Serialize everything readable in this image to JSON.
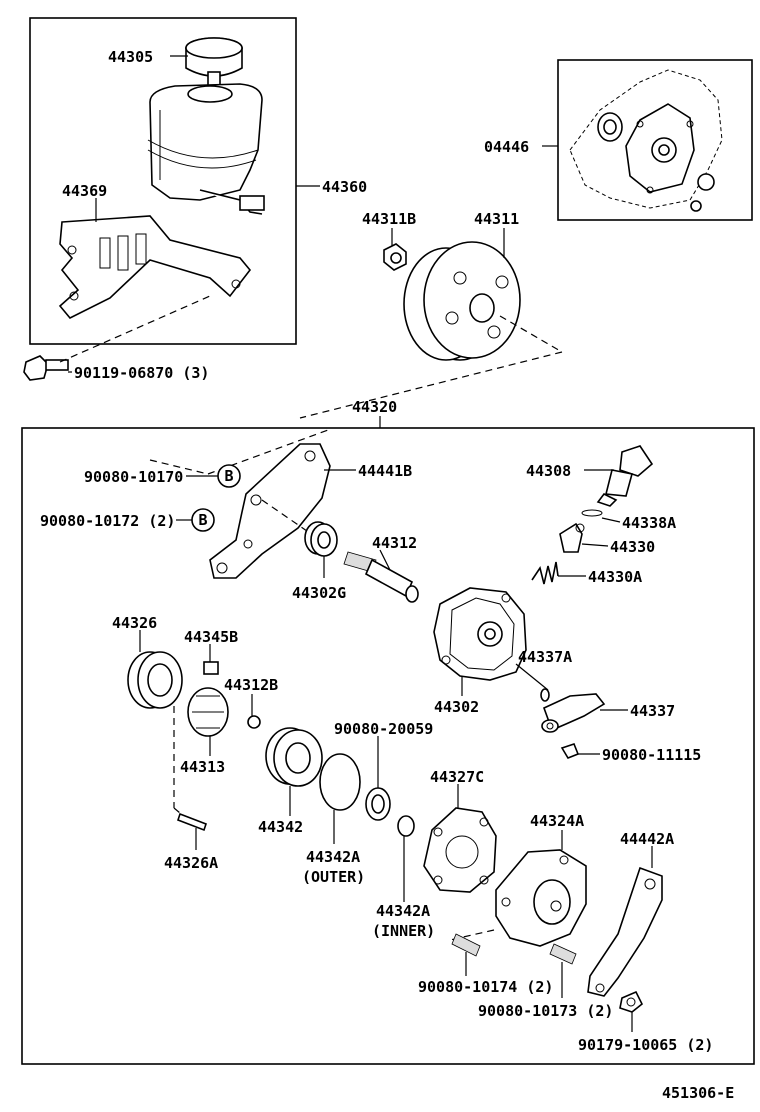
{
  "labels": {
    "p44305": "44305",
    "p44369": "44369",
    "p44360": "44360",
    "p90119": "90119-06870 (3)",
    "p04446": "04446",
    "p44311B": "44311B",
    "p44311": "44311",
    "p44320": "44320",
    "p90080_10170": "90080-10170",
    "p90080_10172": "90080-10172 (2)",
    "p44441B": "44441B",
    "p44312": "44312",
    "p44302G": "44302G",
    "p44308": "44308",
    "p44338A": "44338A",
    "p44330": "44330",
    "p44330A": "44330A",
    "p44326": "44326",
    "p44345B": "44345B",
    "p44312B": "44312B",
    "p44313": "44313",
    "p44337A": "44337A",
    "p44302": "44302",
    "p44337": "44337",
    "p90080_20059": "90080-20059",
    "p90080_11115": "90080-11115",
    "p44342": "44342",
    "p44342A_outer": "44342A",
    "outer": "(OUTER)",
    "p44327C": "44327C",
    "p44324A": "44324A",
    "p44442A": "44442A",
    "p44326A": "44326A",
    "p44342A_inner": "44342A",
    "inner": "(INNER)",
    "p90080_10174": "90080-10174 (2)",
    "p90080_10173": "90080-10173 (2)",
    "p90179": "90179-10065 (2)",
    "ref_b": "B",
    "diagram_id": "451306-E"
  }
}
